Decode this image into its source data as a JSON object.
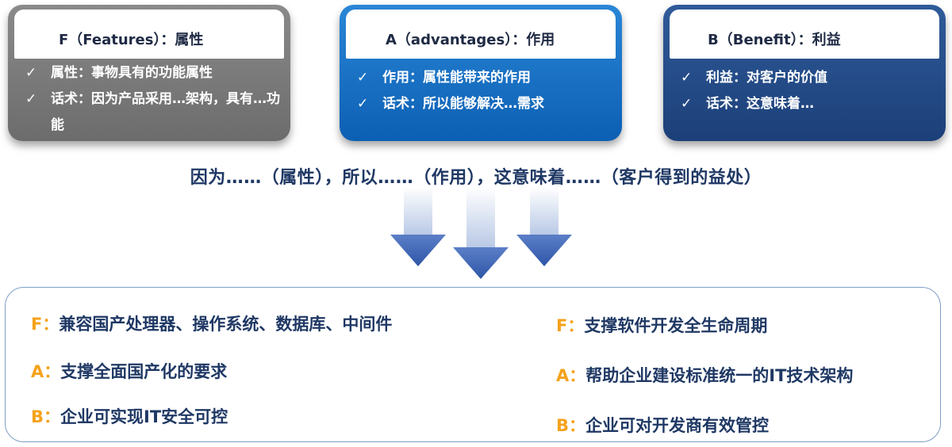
{
  "cards": [
    {
      "id": "f",
      "title": "F（Features）：属性",
      "items": [
        "属性：事物具有的功能属性",
        "话术：因为产品采用…架构，具有…功能"
      ]
    },
    {
      "id": "a",
      "title": "A（advantages）：作用",
      "items": [
        "作用：属性能带来的作用",
        "话术：所以能够解决…需求"
      ]
    },
    {
      "id": "b",
      "title": "B（Benefit）：利益",
      "items": [
        "利益：对客户的价值",
        "话术：这意味着…"
      ]
    }
  ],
  "check_symbol": "✓",
  "formula": "因为……（属性），所以……（作用），这意味着……（客户得到的益处）",
  "example": {
    "left": [
      {
        "tag": "F：",
        "text": "兼容国产处理器、操作系统、数据库、中间件"
      },
      {
        "tag": "A：",
        "text": "支撑全面国产化的要求"
      },
      {
        "tag": "B：",
        "text": "企业可实现IT安全可控"
      }
    ],
    "right": [
      {
        "tag": "F：",
        "text": "支撑软件开发全生命周期"
      },
      {
        "tag": "A：",
        "text": "帮助企业建设标准统一的IT技术架构"
      },
      {
        "tag": "B：",
        "text": "企业可对开发商有效管控"
      }
    ]
  },
  "colors": {
    "card_f": "#7a7a7a",
    "card_a": "#1a72c6",
    "card_b": "#244b88",
    "text_dark_blue": "#1f3864",
    "tag_orange": "#f5a21b",
    "arrow_blue": "#2f55a8"
  }
}
